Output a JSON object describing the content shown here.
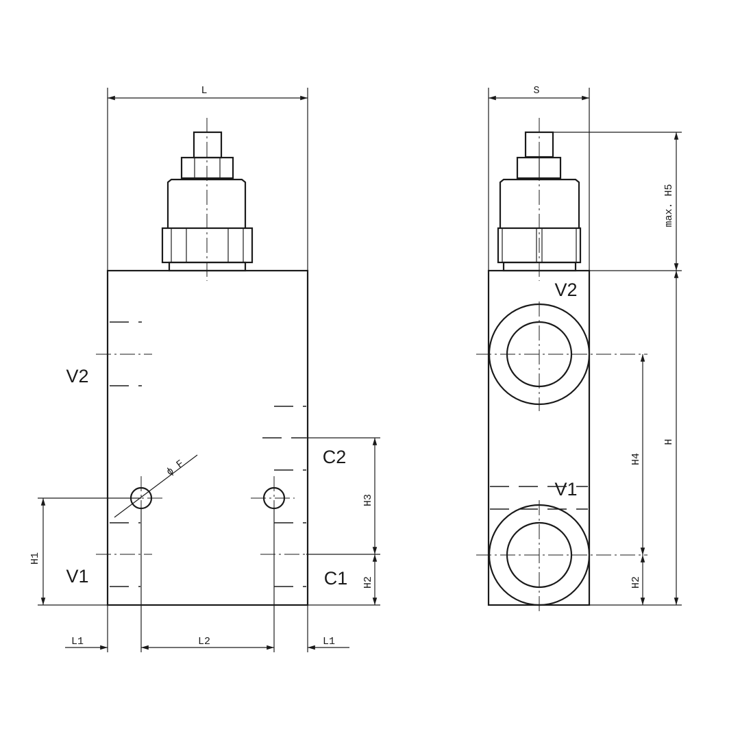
{
  "front_view": {
    "ports": {
      "v2": "V2",
      "v1": "V1",
      "c2": "C2",
      "c1": "C1"
    },
    "dimensions": {
      "l": "L",
      "l1_left": "L1",
      "l2": "L2",
      "l1_right": "L1",
      "h1": "H1",
      "h2": "H2",
      "h3": "H3",
      "phi_f": "ϕ F"
    }
  },
  "side_view": {
    "ports": {
      "v2": "V2",
      "v1": "V1"
    },
    "dimensions": {
      "s": "S",
      "h5": "max. H5",
      "h": "H",
      "h4": "H4",
      "h2": "H2"
    }
  },
  "colors": {
    "line": "#1a1a1a",
    "background": "#ffffff"
  }
}
